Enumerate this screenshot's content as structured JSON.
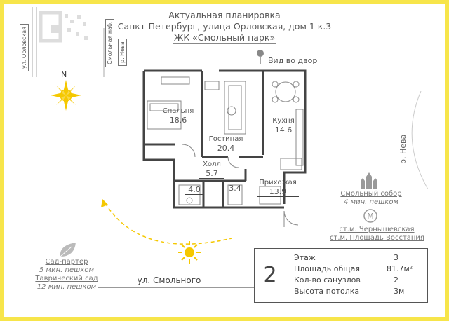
{
  "header": {
    "line1": "Актуальная планировка",
    "line2": "Санкт-Петербург, улица Орловская, дом 1 к.3",
    "line3": "ЖК «Смольный парк»"
  },
  "streets": {
    "orlovskaya": "ул. Орловская",
    "smolnaya": "Смольная наб.",
    "smolnogo": "ул. Смольного"
  },
  "neva": {
    "top": "р. Нева",
    "right": "р. Нева"
  },
  "compass": {
    "north": "N"
  },
  "courtyard_view": "Вид во двор",
  "rooms": {
    "bedroom": {
      "name": "Спальня",
      "area": "18.6"
    },
    "living": {
      "name": "Гостиная",
      "area": "20.4"
    },
    "kitchen": {
      "name": "Кухня",
      "area": "14.6"
    },
    "hall": {
      "name": "Холл",
      "area": "5.7"
    },
    "bath1": {
      "area": "4.0"
    },
    "bath2": {
      "area": "3.4"
    },
    "entrance": {
      "name": "Прихожая",
      "area": "13.9"
    }
  },
  "landmarks": {
    "cathedral": {
      "name": "Смольный собор",
      "time": "4 мин. пешком"
    },
    "metro1": "ст.м. Чернышевская",
    "metro2": "ст.м. Площадь Восстания",
    "garden1": {
      "name": "Сад-партер",
      "time": "5 мин. пешком"
    },
    "garden2": {
      "name": "Таврический сад",
      "time": "12 мин. пешком"
    }
  },
  "info": {
    "rooms_count": "2",
    "rows": [
      {
        "key": "Этаж",
        "value": "3"
      },
      {
        "key": "Площадь общая",
        "value": "81.7м²"
      },
      {
        "key": "Кол-во санузлов",
        "value": "2"
      },
      {
        "key": "Высота потолка",
        "value": "3м"
      }
    ]
  },
  "colors": {
    "frame": "#f7e54a",
    "sun": "#f5c800",
    "wall": "#444444"
  }
}
